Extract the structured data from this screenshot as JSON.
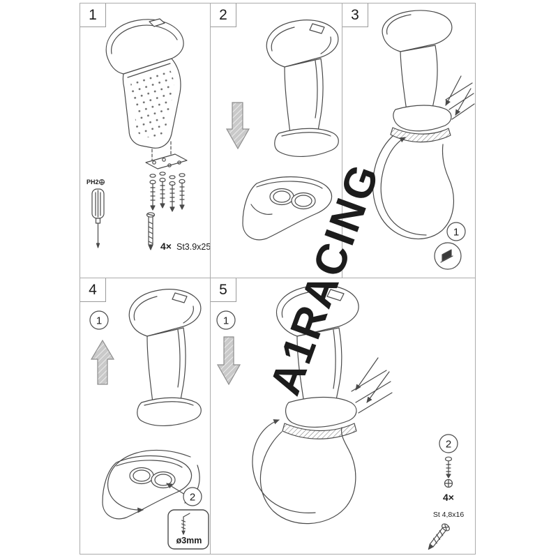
{
  "watermark": "A1RACING",
  "colors": {
    "line": "#4a4a4a",
    "arrow_fill": "#c9c9c9",
    "watermark_outline": "#9a9a9a"
  },
  "panel1": {
    "number": "1",
    "driver_label": "PH2",
    "screw_qty": "4×",
    "screw_spec": "St3.9x25"
  },
  "panel2": {
    "number": "2"
  },
  "panel3": {
    "number": "3",
    "callout1": "1"
  },
  "panel4": {
    "number": "4",
    "callout1": "1",
    "callout2": "2",
    "drill_spec": "ø3mm"
  },
  "panel5": {
    "number": "5",
    "callout1": "1",
    "callout2": "2",
    "screw_qty": "4×",
    "screw_spec": "St 4,8x16"
  }
}
